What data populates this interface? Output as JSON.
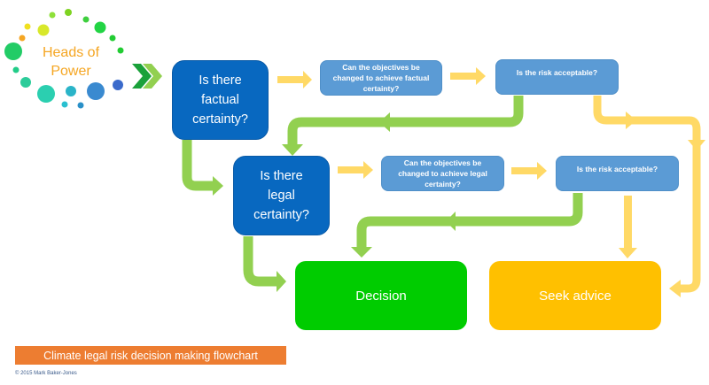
{
  "logo": {
    "line1": "Heads of",
    "line2": "Power",
    "text_color": "#f5a623",
    "icon": "dot-ring-logo"
  },
  "chevron_icon": "double-chevron-right",
  "nodes": {
    "factual": {
      "label": "Is there factual certainty?"
    },
    "change_factual": {
      "label": "Can the objectives be changed to achieve factual certainty?"
    },
    "risk1": {
      "label": "Is the risk acceptable?"
    },
    "legal": {
      "label": "Is there legal certainty?"
    },
    "change_legal": {
      "label": "Can the objectives be changed to achieve legal certainty?"
    },
    "risk2": {
      "label": "Is the risk acceptable?"
    },
    "decision": {
      "label": "Decision"
    },
    "advice": {
      "label": "Seek advice"
    }
  },
  "colors": {
    "primary_blue": "#0868c0",
    "secondary_blue": "#5b9bd5",
    "yes_arrow": "#92d050",
    "no_arrow": "#ffd966",
    "decision": "#00cc00",
    "advice": "#ffc000",
    "banner": "#ed7d31"
  },
  "footer": {
    "title": "Climate legal risk decision making flowchart",
    "copyright": "© 2015 Mark Baker-Jones"
  }
}
